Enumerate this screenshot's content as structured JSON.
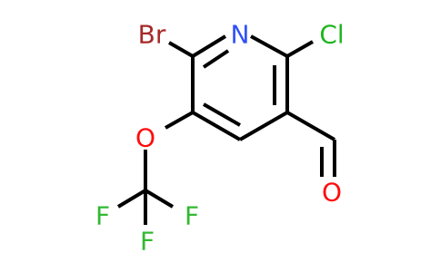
{
  "molecule": {
    "atoms": {
      "bromine": "Br",
      "nitrogen": "N",
      "chlorine": "Cl",
      "ether_oxygen": "O",
      "aldehyde_oxygen": "O",
      "fluorine_left": "F",
      "fluorine_right": "F",
      "fluorine_bottom": "F"
    },
    "colors": {
      "bond": "#000000",
      "carbon": "#000000",
      "bromine": "#a62929",
      "nitrogen": "#3050f8",
      "chlorine": "#1fb51f",
      "oxygen": "#ff0d0d",
      "fluorine": "#33b833"
    }
  }
}
